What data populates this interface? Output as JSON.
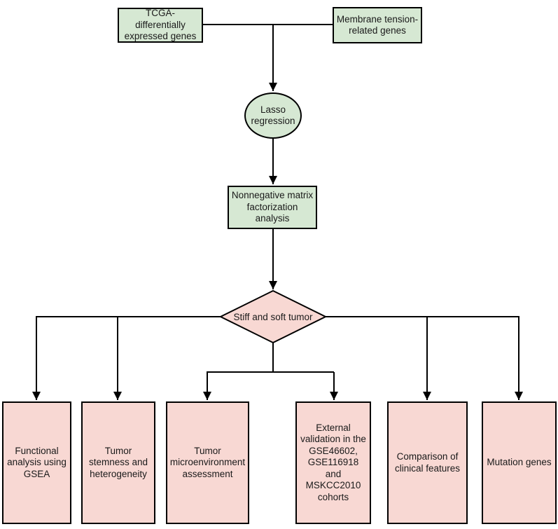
{
  "diagram": {
    "type": "flowchart",
    "nodes": {
      "tcga": {
        "label": "TCGA-differentially expressed genes",
        "shape": "rectangle",
        "fill": "#d6e8d3"
      },
      "membrane": {
        "label": "Membrane tension-related genes",
        "shape": "rectangle",
        "fill": "#d6e8d3"
      },
      "lasso": {
        "label": "Lasso regression",
        "shape": "ellipse",
        "fill": "#d6e8d3"
      },
      "nmf": {
        "label": "Nonnegative matrix factorization analysis",
        "shape": "rectangle",
        "fill": "#d6e8d3"
      },
      "decision": {
        "label": "Stiff and soft tumor",
        "shape": "diamond",
        "fill": "#f8d8d3"
      },
      "outcomes": [
        {
          "label": "Functional analysis using GSEA",
          "shape": "rectangle",
          "fill": "#f8d8d3"
        },
        {
          "label": "Tumor stemness and heterogeneity",
          "shape": "rectangle",
          "fill": "#f8d8d3"
        },
        {
          "label": "Tumor microenvironment assessment",
          "shape": "rectangle",
          "fill": "#f8d8d3"
        },
        {
          "label": "External validation in the GSE46602, GSE116918 and MSKCC2010 cohorts",
          "shape": "rectangle",
          "fill": "#f8d8d3"
        },
        {
          "label": "Comparison of clinical features",
          "shape": "rectangle",
          "fill": "#f8d8d3"
        },
        {
          "label": "Mutation genes",
          "shape": "rectangle",
          "fill": "#f8d8d3"
        }
      ]
    },
    "edges": [
      {
        "from": "tcga",
        "to": "lasso"
      },
      {
        "from": "membrane",
        "to": "lasso"
      },
      {
        "from": "lasso",
        "to": "nmf"
      },
      {
        "from": "nmf",
        "to": "decision"
      },
      {
        "from": "decision",
        "to": "outcomes.0"
      },
      {
        "from": "decision",
        "to": "outcomes.1"
      },
      {
        "from": "decision",
        "to": "outcomes.2"
      },
      {
        "from": "decision",
        "to": "outcomes.3"
      },
      {
        "from": "decision",
        "to": "outcomes.4"
      },
      {
        "from": "decision",
        "to": "outcomes.5"
      }
    ],
    "colors": {
      "stroke": "#000000",
      "green_fill": "#d6e8d3",
      "pink_fill": "#f8d8d3",
      "background": "#ffffff"
    }
  }
}
